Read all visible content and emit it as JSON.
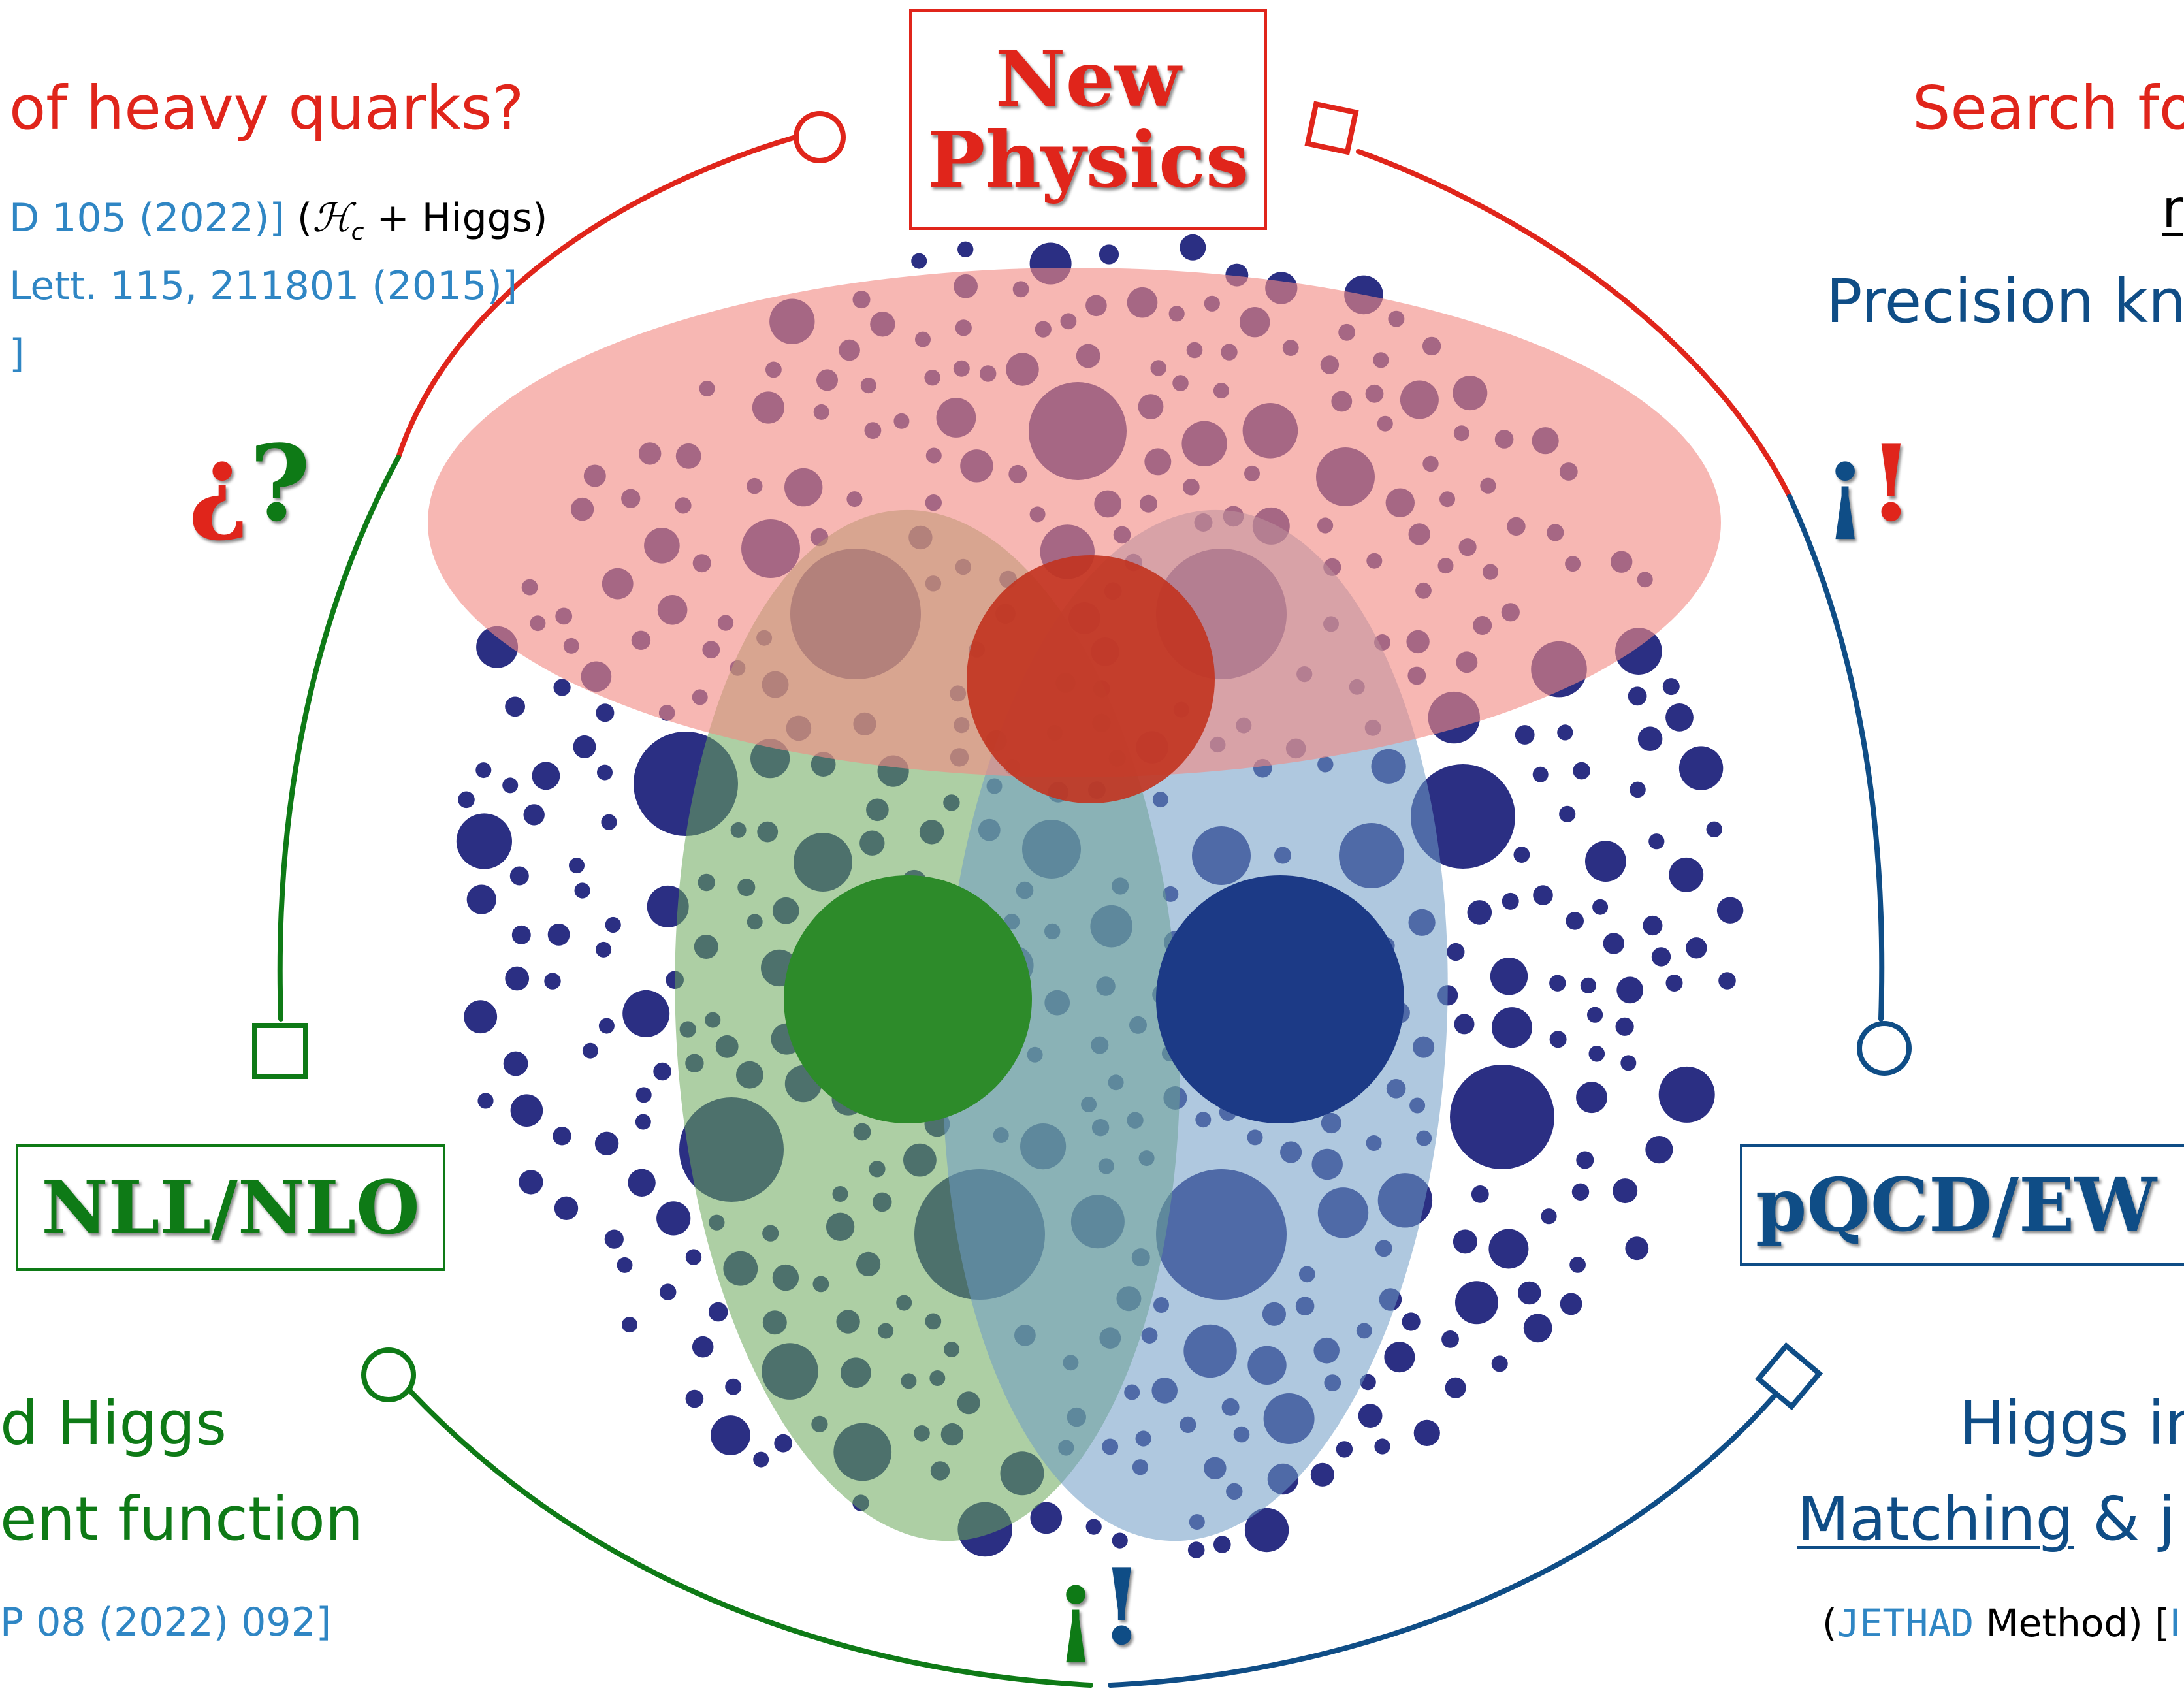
{
  "colors": {
    "red": "#e0251b",
    "blue": "#0f4d86",
    "green": "#0e7a16",
    "citation": "#2f86c4",
    "dots": "#2b2f83",
    "ellipse_red": "#f28b85",
    "ellipse_green": "#6aa85a",
    "ellipse_blue": "#6e9bc4"
  },
  "boxes": {
    "new_physics_line1": "New",
    "new_physics_line2": "Physics",
    "nll_nlo": "NLL/NLO",
    "pqcd_ew": "pQCD/EW"
  },
  "left_top": {
    "question": "of heavy quarks?",
    "line1_cite": "D 105 (2022)]",
    "line1_note_open": "(",
    "line1_note_sym": "ℋ",
    "line1_note_sub": "c",
    "line1_note_rest": " + Higgs)",
    "line2_cite": "Lett. 115, 211801 (2015)]",
    "line3_cite": "]"
  },
  "right_top": {
    "heading": "Search fo",
    "underlined": "r",
    "precision": "Precision kno"
  },
  "left_bottom": {
    "line1": "d Higgs",
    "line2": "ent function",
    "cite": "P 08 (2022) 092]"
  },
  "right_bottom": {
    "line1": "Higgs in",
    "matching": "Matching",
    "amp": " & j",
    "method_open": "(",
    "method_name": "JETHAD",
    "method_rest": " Method) [",
    "method_cite": "I"
  },
  "marks": {
    "left_inv_q": "¿",
    "left_q": "?",
    "right_inv_ex": "¡",
    "right_ex": "!",
    "bottom_inv_ex": "¡",
    "bottom_ex": "!"
  }
}
